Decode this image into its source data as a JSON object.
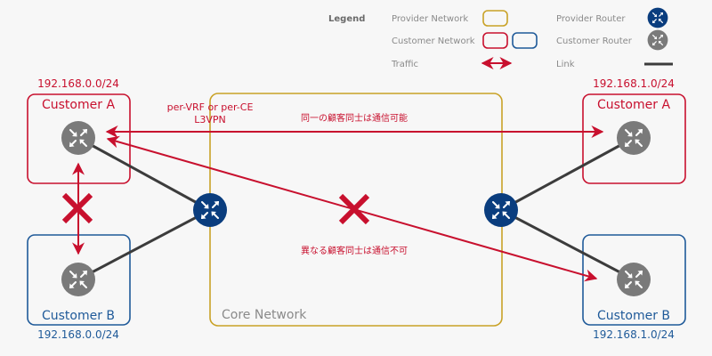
{
  "colors": {
    "provider": "#c9a227",
    "customer_a": "#c8102e",
    "customer_b": "#1f5a99",
    "provider_router": "#0a3d7e",
    "customer_router": "#7a7a7a",
    "link": "#3c3c3c",
    "traffic": "#c8102e",
    "legend_text": "#8a8a8a",
    "core_label": "#8a8a8a"
  },
  "legend": {
    "title": "Legend",
    "provider_network": "Provider Network",
    "customer_network": "Customer Network",
    "traffic": "Traffic",
    "provider_router": "Provider Router",
    "customer_router": "Customer Router",
    "link": "Link"
  },
  "core": {
    "label": "Core Network"
  },
  "l3vpn_label": {
    "line1": "per-VRF or per-CE",
    "line2": "L3VPN"
  },
  "sites": {
    "left_a": {
      "name": "Customer A",
      "subnet": "192.168.0.0/24"
    },
    "left_b": {
      "name": "Customer B",
      "subnet": "192.168.0.0/24"
    },
    "right_a": {
      "name": "Customer A",
      "subnet": "192.168.1.0/24"
    },
    "right_b": {
      "name": "Customer B",
      "subnet": "192.168.1.0/24"
    }
  },
  "annotations": {
    "same_customer": "同一の顧客同士は通信可能",
    "different_customer": "異なる顧客同士は通信不可"
  }
}
